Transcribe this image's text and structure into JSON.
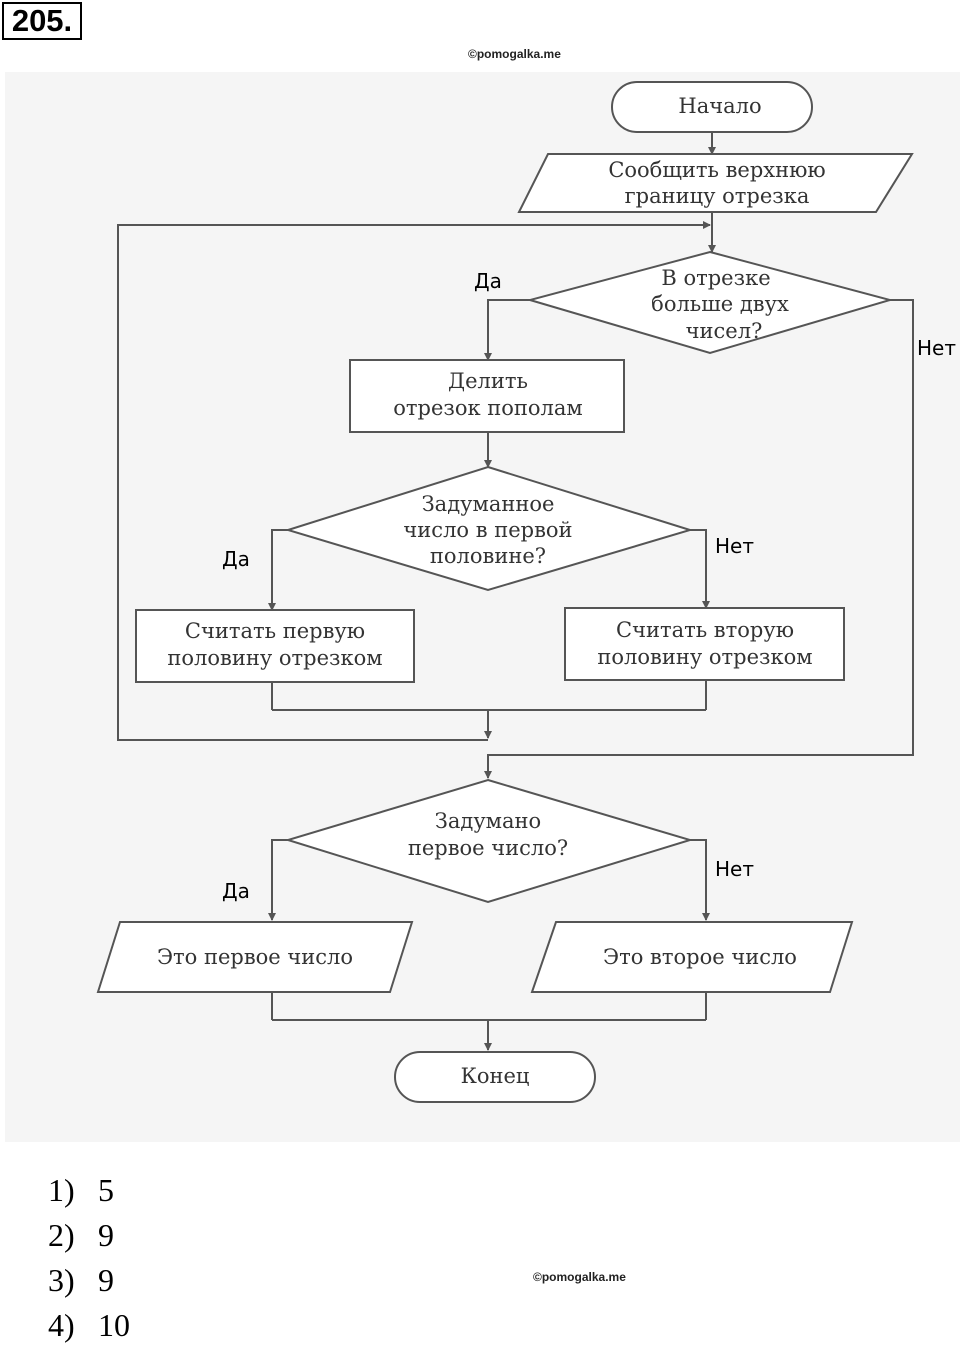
{
  "problem_number": "205.",
  "watermark_top": "©pomogalka.me",
  "watermark_bottom": "©pomogalka.me",
  "flowchart": {
    "start": "Начало",
    "input_lines": [
      "Сообщить верхнюю",
      "границу отрезка"
    ],
    "cond1_lines": [
      "В отрезке",
      "больше двух",
      "чисел?"
    ],
    "cond1_yes": "Да",
    "cond1_no": "Нет",
    "divide_lines": [
      "Делить",
      "отрезок пополам"
    ],
    "cond2_lines": [
      "Задуманное",
      "число в первой",
      "половине?"
    ],
    "cond2_yes": "Да",
    "cond2_no": "Нет",
    "first_half_lines": [
      "Считать первую",
      "половину отрезком"
    ],
    "second_half_lines": [
      "Считать вторую",
      "половину отрезком"
    ],
    "cond3_lines": [
      "Задумано",
      "первое число?"
    ],
    "cond3_yes": "Да",
    "cond3_no": "Нет",
    "out_first": "Это первое число",
    "out_second": "Это второе число",
    "end": "Конец"
  },
  "answers": [
    {
      "num": "1)",
      "value": "5"
    },
    {
      "num": "2)",
      "value": "9"
    },
    {
      "num": "3)",
      "value": "9"
    },
    {
      "num": "4)",
      "value": "10"
    }
  ]
}
